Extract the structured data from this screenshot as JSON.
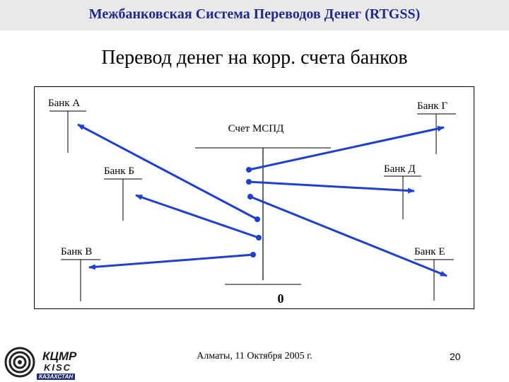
{
  "header": {
    "title": "Межбанковская Система Переводов Денег (RTGSS)"
  },
  "slide": {
    "heading": "Перевод денег на корр. счета банков"
  },
  "diagram": {
    "center_account": {
      "label": "Счет МСПД",
      "balance": "0"
    },
    "banks": [
      {
        "id": "A",
        "label": "Банк А"
      },
      {
        "id": "G",
        "label": "Банк Г"
      },
      {
        "id": "B",
        "label": "Банк Б"
      },
      {
        "id": "D",
        "label": "Банк Д"
      },
      {
        "id": "V",
        "label": "Банк В"
      },
      {
        "id": "E",
        "label": "Банк Е"
      }
    ],
    "arrow_color": "#1f3fd0"
  },
  "footer": {
    "location_date": "Алматы, 11 Октября 2005 г.",
    "page": "20"
  },
  "logo": {
    "line1": "КЦМР",
    "line2": "KISC",
    "line3": "КАЗАХСТАН"
  }
}
